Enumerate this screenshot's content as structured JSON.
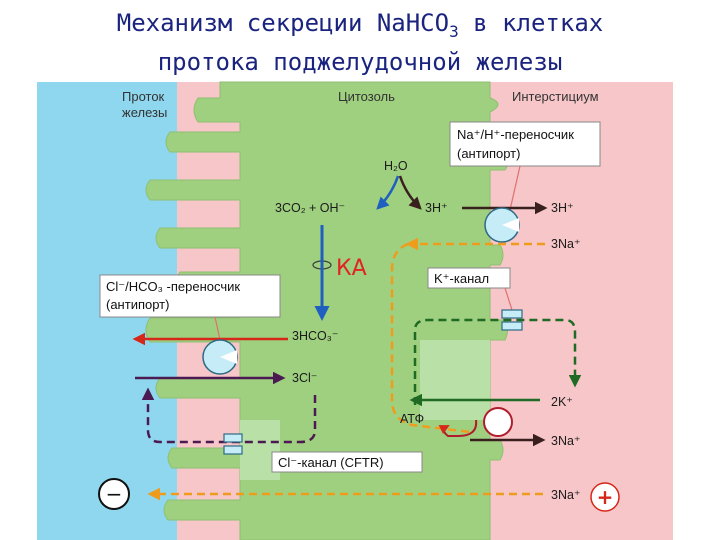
{
  "title": {
    "line1_before": "Механизм секреции NaHCO",
    "line1_sub": "3",
    "line1_after": " в клетках",
    "line2": "протока поджелудочной железы"
  },
  "regions": {
    "duct_line1": "Проток",
    "duct_line2": "железы",
    "cytosol": "Цитозоль",
    "interstitium": "Интерстициум"
  },
  "transporters": {
    "na_h_line1": "Na⁺/H⁺-переносчик",
    "na_h_line2": "(антипорт)",
    "cl_hco3_line1": "Cl⁻/HCO₃ -переносчик",
    "cl_hco3_line2": "(антипорт)",
    "k_channel": "K⁺-канал",
    "cftr": "Cl⁻-канал (CFTR)"
  },
  "species": {
    "h2o": "H₂O",
    "co2_oh": "3CO₂ + OH⁻",
    "h_inside": "3H⁺",
    "h_outside": "3H⁺",
    "na_top": "3Na⁺",
    "ka": "КА",
    "hco3": "3HCO₃⁻",
    "cl_in": "3Cl⁻",
    "k_out": "2K⁺",
    "atp": "АТФ",
    "na_pump": "3Na⁺",
    "na_bottom": "3Na⁺",
    "minus": "−",
    "plus": "+"
  },
  "colors": {
    "duct": "#8fd7ef",
    "cell": "#9fd07f",
    "interstitium": "#f6c6c8",
    "title": "#1a237e",
    "red_arrow": "#d62718",
    "orange_arrow": "#ef9c1c",
    "green_arrow": "#1f6b24",
    "blue_arrow": "#1f5fbf",
    "purple_arrow": "#4b1a52",
    "transporter": "#c5ecf7",
    "ka_text": "#e02424"
  }
}
